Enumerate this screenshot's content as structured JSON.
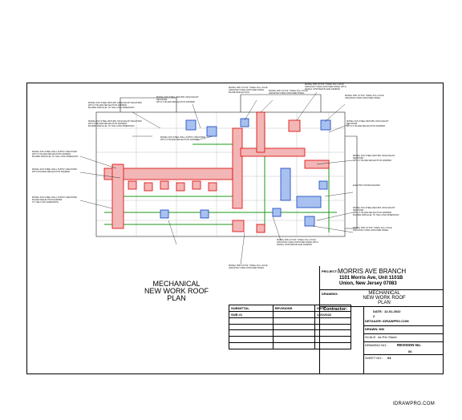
{
  "plan_title": {
    "line1": "MECHANICAL",
    "line2": "NEW WORK ROOF",
    "line3": "PLAN"
  },
  "title_block": {
    "project_label": "PROJECT:",
    "project_name": "MORRIS AVE BRANCH",
    "address1": "1101 Morris Ave, Unit 1101B",
    "address2": "Union, New Jersey  07083",
    "drawing_label": "DRAWING:",
    "drawing_line1": "MECHANICAL",
    "drawing_line2": "NEW WORK ROOF",
    "drawing_line3": "PLAN",
    "contractor_label": "Contractor:",
    "date_label": "DATE:",
    "date_value": "12-01-2022",
    "detailer_label": "DETAILER: IDRAWPRO.COM",
    "drawn_label": "DRAWN: NM",
    "scale_label": "SCALE:",
    "scale_value": "As Per Sheet",
    "drawing_no_label": "DRAWING NO.:",
    "revision_label": "REVISION No.",
    "revision_value": "00",
    "sheet_label": "SHEET NO.:",
    "sheet_value": "03"
  },
  "revisions_table": {
    "headers": [
      "SUBMITTAL",
      "REVISIONS",
      "DATE"
    ],
    "rows": [
      [
        "SUB #1",
        "",
        "12/1/2022"
      ],
      [
        "",
        "",
        ""
      ],
      [
        "",
        "",
        ""
      ],
      [
        "",
        "",
        ""
      ],
      [
        "",
        "",
        ""
      ],
      [
        "",
        "",
        ""
      ]
    ]
  },
  "notes": [
    "MODEL 4SS STEEL RETURN OR EXHAUST REGISTER\nWITH 3\" BLADE DEFLECTION DAMPER\nBLADES PARALLEL TO THE LONG DIMENSION",
    "MODEL 4SS STEEL RETURN OR EXHAUST REGISTER\nWITH 3\" BLADE DEFLECTION DAMPER\nBLADES PARALLEL TO THE LONG DIMENSION",
    "MODEL 4SS STEEL WALL SUPPLY REGISTER\nWITH 3\" BLADE DEFLECTION DAMPER\nBLADES PARALLEL TO THE LONG DIMENSION",
    "MODEL 4SS STEEL WALL SUPPLY REGISTER\nWITH DOUBLE DEFLECTION DAMPER",
    "MODEL 4SS STEEL WALL SUPPLY REGISTER\nBLADE DEFLECTION DAMPER\nTO THE LONG DIMENSION",
    "MODEL 4SS STEEL RETURN OR EXHAUST REGISTER\nWITH 3\" BLADE DEFLECTION DAMPER",
    "MODEL 4SS STEEL WALL SUPPLY REGISTER\nWITH 3\" BLADE DEFLECTION DAMPER",
    "MODEL SPD 24\"X24\" STEEL FULL FACE\nARCHITECTURAL DIFFUSER PANEL\nBLADE DEFLECTION",
    "MODEL SPD 24\"X24\" STEEL FULL FACE\nARCHITECTURAL DIFFUSER PANEL",
    "MODEL SPD 24\"X24\" STEEL FULL FACE\nARCHITECTURAL DIFFUSER PANEL WITH\nRADIAL OPPOSED BLADE DAMPER",
    "MODEL SPD 24\"X24\" STEEL FULL FACE\nARCHITECTURAL DIFFUSER PANEL",
    "MODEL 4SS STEEL RETURN OR EXHAUST REGISTER\nWITH 3\" BLADE DEFLECTION DAMPER",
    "MODEL 4SS STEEL RETURN OR EXHAUST REGISTER\nWITH 3\" BLADE DEFLECTION DAMPER",
    "MODEL 4SS STEEL RETURN OR EXHAUST REGISTER\nWITH 3\" BLADE DEFLECTION DAMPER\nBLADES PARALLEL TO THE LONG DIMENSION",
    "MODEL SPD 24\"X24\" STEEL FULL FACE\nARCHITECTURAL DIFFUSER PANEL",
    "MODEL SPD 24\"X24\" STEEL FULL FACE\nARCHITECTURAL DIFFUSER PANEL WITH\nRADIAL OPPOSED BLADE DAMPER",
    "MODEL SPD 24\"X24\" STEEL FULL FACE\nARCHITECTURAL DIFFUSER PANEL",
    "ELECTRIC WATER HEATER"
  ],
  "footer_site": "IDRAWPRO.COM"
}
